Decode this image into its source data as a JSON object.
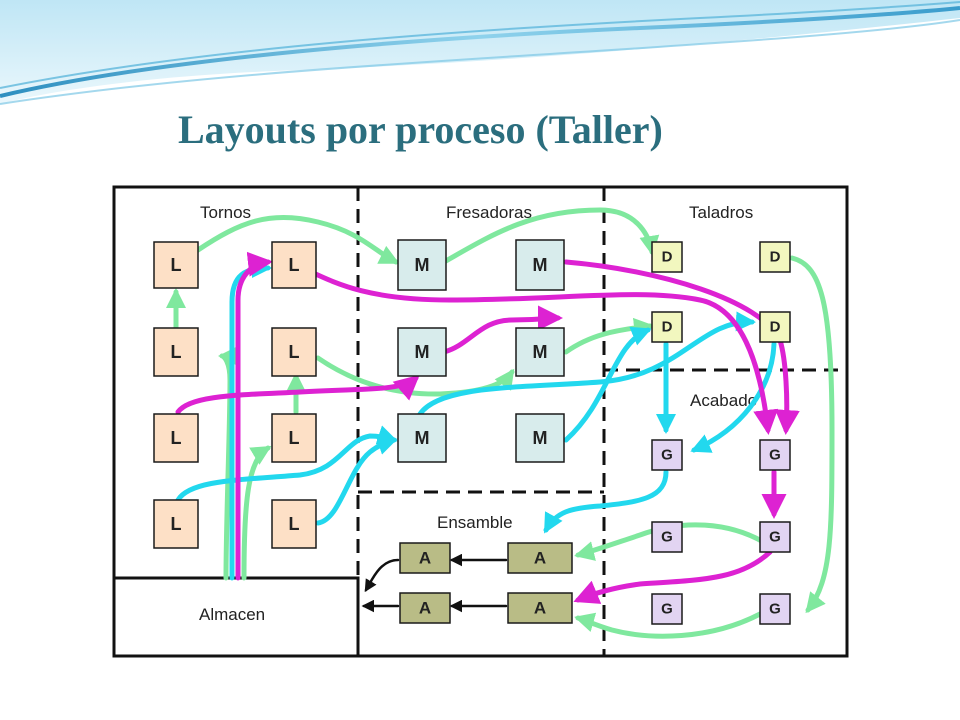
{
  "title": "Layouts por proceso (Taller)",
  "zones": {
    "tornos": "Tornos",
    "fresadoras": "Fresadoras",
    "taladros": "Taladros",
    "acabado": "Acabado",
    "ensamble": "Ensamble",
    "almacen": "Almacen"
  },
  "machines": {
    "lathe": "L",
    "mill": "M",
    "drill": "D",
    "grinder": "G",
    "assembly": "A"
  },
  "colors": {
    "title": "#2b6e7e",
    "lathe_fill": "#fde0c6",
    "mill_fill": "#d8ecec",
    "drill_fill": "#f2f7bf",
    "grinder_fill": "#e2d4f2",
    "assembly_fill": "#b9bc86",
    "flow_green": "#7fe89e",
    "flow_cyan": "#22d8ee",
    "flow_magenta": "#dd22d2",
    "flow_black": "#111111"
  }
}
